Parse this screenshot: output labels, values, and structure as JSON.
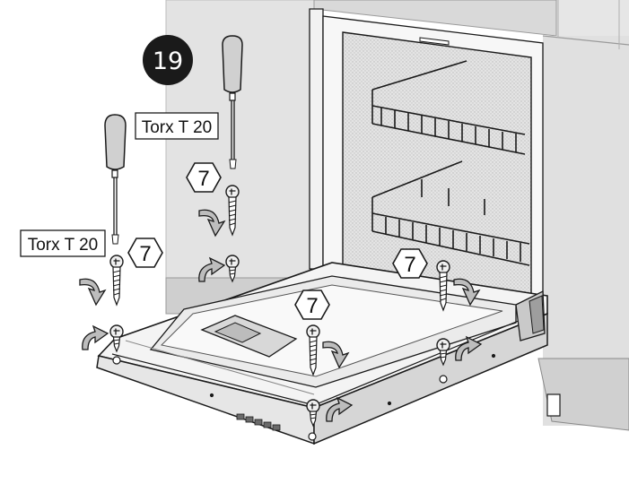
{
  "step": {
    "number": "19"
  },
  "tool_labels": [
    "Torx T 20",
    "Torx T 20"
  ],
  "part_refs": [
    "7",
    "7",
    "7",
    "7"
  ],
  "colors": {
    "outline": "#1a1a1a",
    "light_gray": "#e2e2e2",
    "mid_gray": "#cfcfcf",
    "dark_gray": "#9a9a9a",
    "step_badge": "#1a1a1a",
    "tub_fill": "#dedede"
  },
  "icons": [
    "screwdriver-icon",
    "screw-icon",
    "rotate-arrow-icon",
    "part-hexagon-icon"
  ]
}
